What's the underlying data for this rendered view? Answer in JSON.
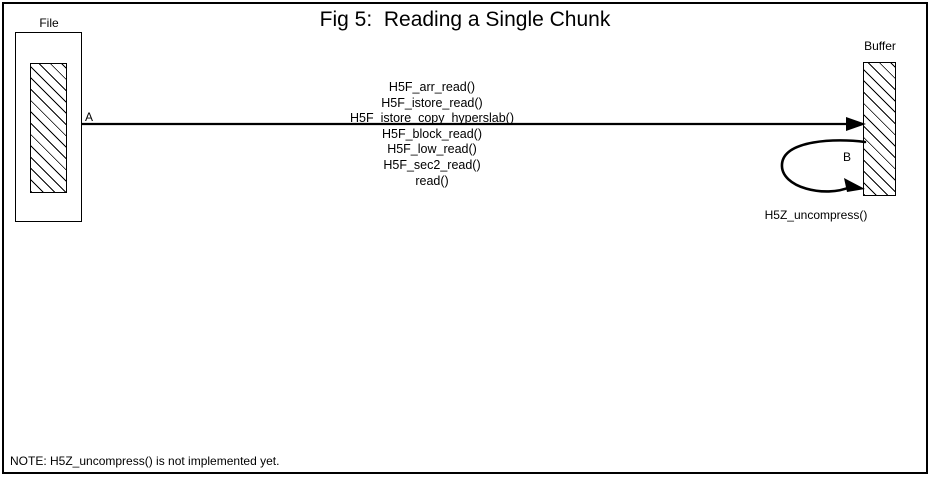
{
  "figure": {
    "title": "Fig 5:  Reading a Single Chunk"
  },
  "file": {
    "label": "File",
    "chunk_name": "file-chunk-hatched"
  },
  "buffer": {
    "label": "Buffer"
  },
  "arrow": {
    "label_a": "A",
    "label_b": "B"
  },
  "call_stack": [
    "H5F_arr_read()",
    "H5F_istore_read()",
    "H5F_istore_copy_hyperslab()",
    "H5F_block_read()",
    "H5F_low_read()",
    "H5F_sec2_read()",
    "read()"
  ],
  "loop": {
    "caption": "H5Z_uncompress()"
  },
  "note": {
    "text": "NOTE: H5Z_uncompress() is not implemented yet."
  },
  "colors": {
    "ink": "#000000",
    "background": "#ffffff"
  }
}
